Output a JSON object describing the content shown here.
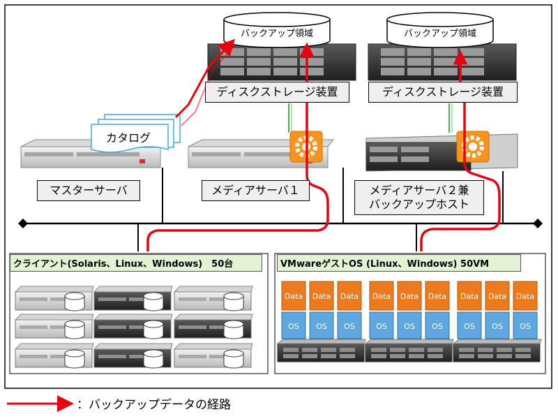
{
  "labels": {
    "backup_area_1": "バックアップ領域",
    "backup_area_2": "バックアップ領域",
    "disk_storage_1": "ディスクストレージ装置",
    "disk_storage_2": "ディスクストレージ装置",
    "catalog": "カタログ",
    "master_server": "マスターサーバ",
    "media_server_1": "メディアサーバ１",
    "media_server_2_line1": "メディアサーバ２兼",
    "media_server_2_line2": "バックアップホスト"
  },
  "groups": {
    "clients": "クライアント(Solaris、Linux、Windows)　50台",
    "vm_guests": "VMwareゲストOS (Linux、Windows) 50VM"
  },
  "vm_boxes": {
    "data": "Data",
    "os": "OS"
  },
  "legend": {
    "text": "：バックアップデータの経路"
  },
  "colors": {
    "backup_path": "#e8000f",
    "data_box": "#ee7a1e",
    "os_box": "#5fa8df",
    "group_label": "#e3f2d3",
    "gear": "#f7941d",
    "link": "#4caf50"
  }
}
